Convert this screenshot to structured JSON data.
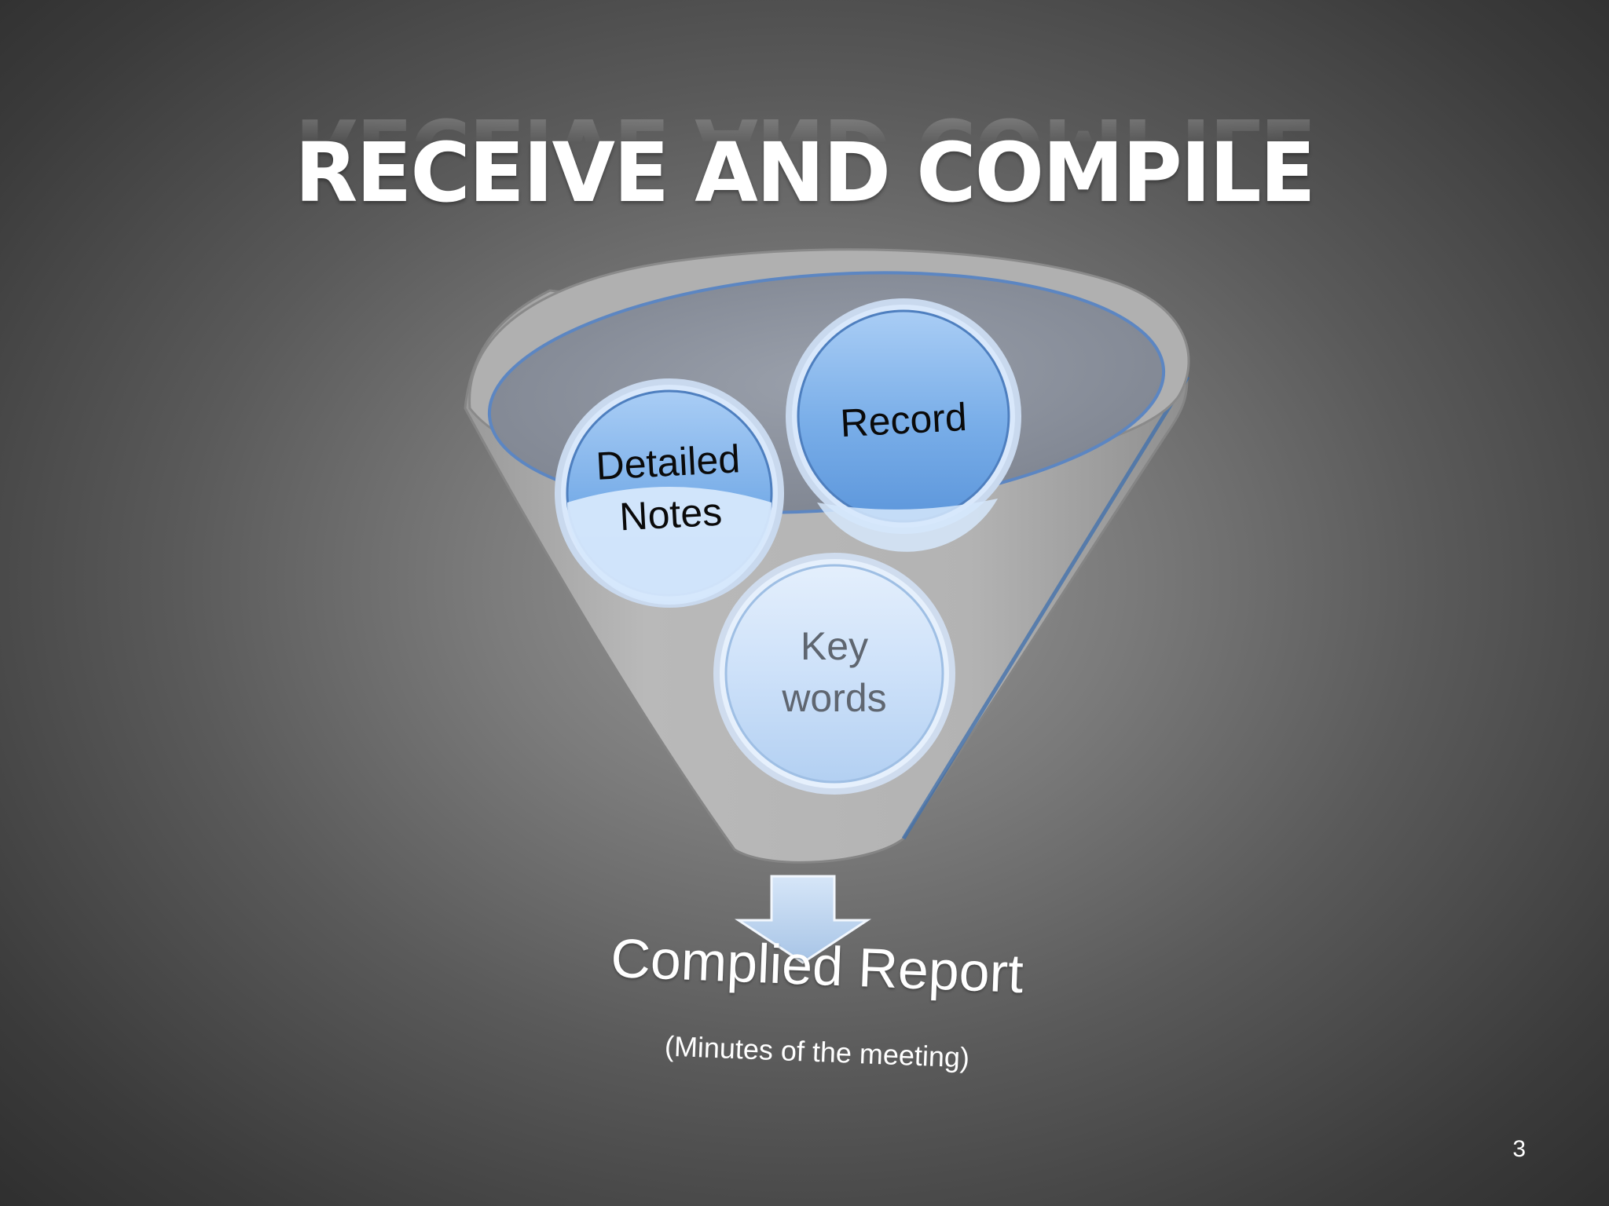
{
  "slide": {
    "title": "RECEIVE AND COMPILE",
    "page_number": "3"
  },
  "funnel": {
    "inputs": [
      "Detailed Notes",
      "Record",
      "Key words"
    ],
    "output": {
      "title": "Complied Report",
      "subtitle": "(Minutes of the meeting)"
    }
  },
  "colors": {
    "background_center": "#9a9a9a",
    "background_edge": "#2f2f2f",
    "funnel_body": "#b3b3b3",
    "funnel_rim": "#9fa3ad",
    "circle_blue": "#7fb2ea",
    "circle_light": "#cfe3fb",
    "title_text": "#ffffff"
  }
}
